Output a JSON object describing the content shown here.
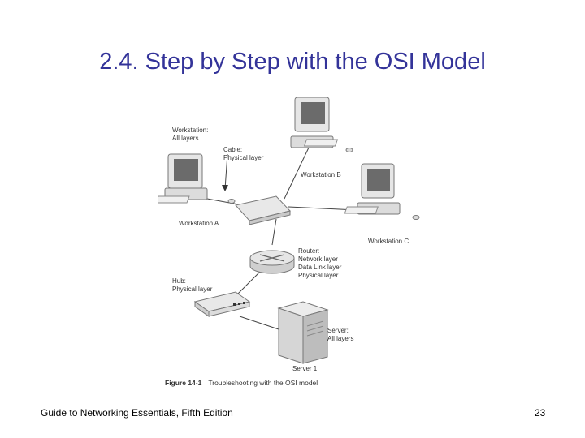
{
  "slide": {
    "title": "2.4. Step by Step with the OSI Model",
    "footer": "Guide to Networking Essentials, Fifth Edition",
    "page_number": "23"
  },
  "figure": {
    "caption_number": "Figure 14-1",
    "caption_text": "Troubleshooting with the OSI model",
    "labels": {
      "workstation_layers": [
        "Workstation:",
        "All layers"
      ],
      "cable": [
        "Cable:",
        "Physical layer"
      ],
      "workstation_a": "Workstation A",
      "workstation_b": "Workstation B",
      "workstation_c": "Workstation C",
      "router": [
        "Router:",
        "Network layer",
        "Data Link layer",
        "Physical layer"
      ],
      "hub": [
        "Hub:",
        "Physical layer"
      ],
      "server": [
        "Server:",
        "All layers"
      ],
      "server_1": "Server 1"
    }
  }
}
